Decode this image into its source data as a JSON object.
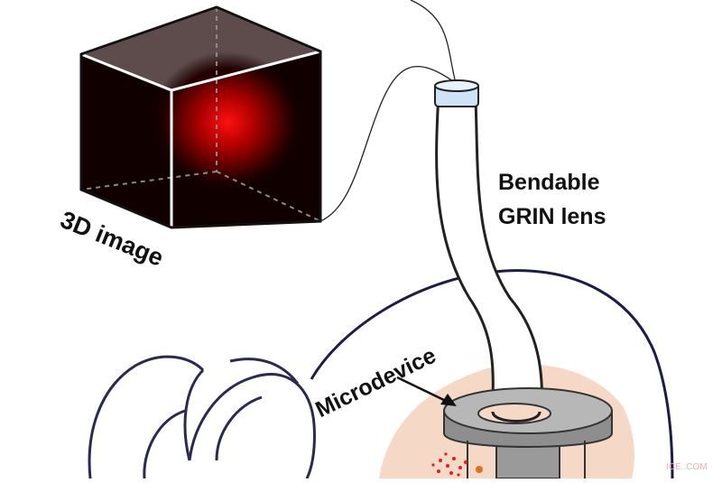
{
  "labels": {
    "image3d": "3D image",
    "bendable_line1": "Bendable",
    "bendable_line2": "GRIN lens",
    "microdevice": "Microdevice",
    "watermark": "ICE..COM"
  },
  "colors": {
    "cube_fill": "#100000",
    "glow": "#e00000",
    "outline": "#111111",
    "lens_cap": "#cfe3f7",
    "tissue": "#f6d8c6",
    "device_ring": "#9a9a9a",
    "blood": "#e02020",
    "head_outline": "#1c1c46"
  }
}
